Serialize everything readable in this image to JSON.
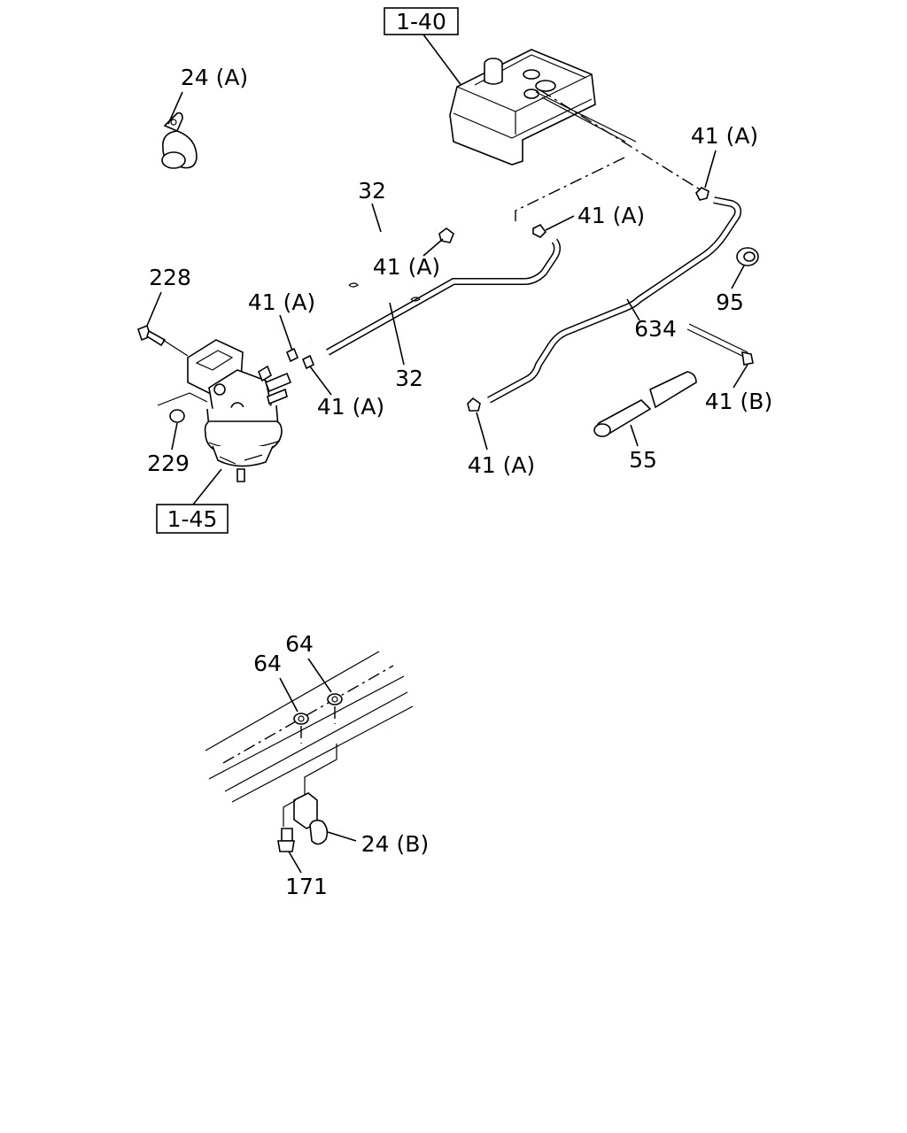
{
  "references": {
    "fuel_tank": "1-40",
    "fuel_filter": "1-45"
  },
  "callouts": {
    "clip_a_top": "24 (A)",
    "hose_32_upper": "32",
    "hose_32_lower": "32",
    "clip_41a_tank": "41 (A)",
    "clip_41a_mid": "41 (A)",
    "clip_41a_hose": "41 (A)",
    "clip_41a_filter_1": "41 (A)",
    "clip_41a_filter_2": "41 (A)",
    "clip_41a_bottom": "41 (A)",
    "bolt_228": "228",
    "nut_229": "229",
    "grommet_95": "95",
    "pipe_634": "634",
    "clip_41b": "41 (B)",
    "protector_55": "55",
    "nut_64_left": "64",
    "nut_64_right": "64",
    "clip_24b": "24 (B)",
    "bolt_171": "171"
  }
}
